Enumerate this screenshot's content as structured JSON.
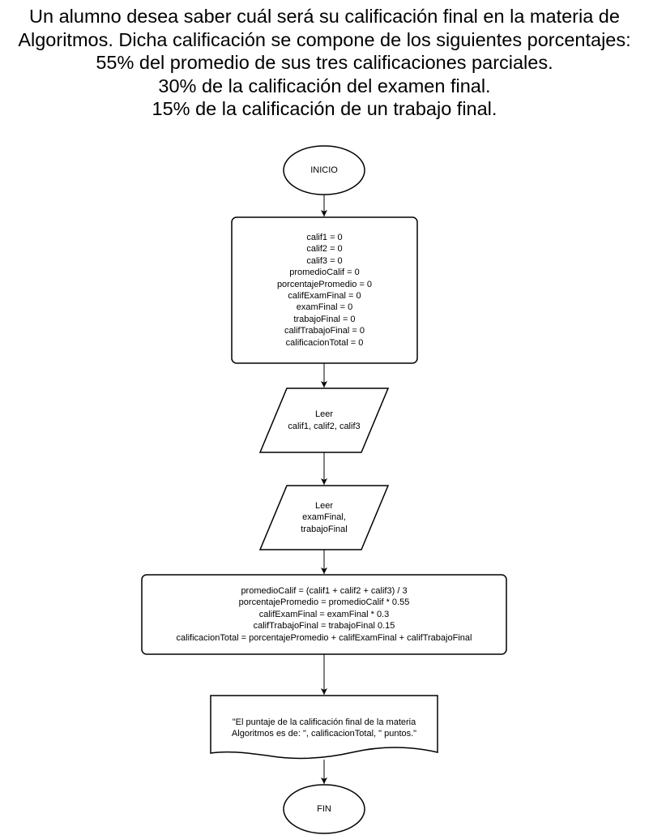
{
  "title_lines": [
    "Un alumno desea saber cuál será su calificación final en la materia de",
    "Algoritmos. Dicha calificación se compone de los siguientes porcentajes:",
    "55% del promedio de sus tres calificaciones parciales.",
    "30% de la calificación del examen final.",
    "15% de la calificación de un trabajo final."
  ],
  "nodes": {
    "start": "INICIO",
    "init": [
      "calif1 = 0",
      "calif2 = 0",
      "calif3 = 0",
      "promedioCalif = 0",
      "porcentajePromedio = 0",
      "califExamFinal = 0",
      "examFinal = 0",
      "trabajoFinal = 0",
      "califTrabajoFinal = 0",
      "calificacionTotal = 0"
    ],
    "input1": [
      "Leer",
      "calif1, calif2, calif3"
    ],
    "input2": [
      "Leer",
      "examFinal,",
      "trabajoFinal"
    ],
    "process": [
      "promedioCalif = (calif1 + calif2 + calif3) / 3",
      "porcentajePromedio = promedioCalif * 0.55",
      "califExamFinal = examFinal * 0.3",
      "califTrabajoFinal = trabajoFinal 0.15",
      "calificacionTotal = porcentajePromedio + califExamFinal + califTrabajoFinal"
    ],
    "output": [
      "\"El puntaje de la calificación final de la materia",
      "Algoritmos es de: \", calificacionTotal, \" puntos.\""
    ],
    "end": "FIN"
  }
}
